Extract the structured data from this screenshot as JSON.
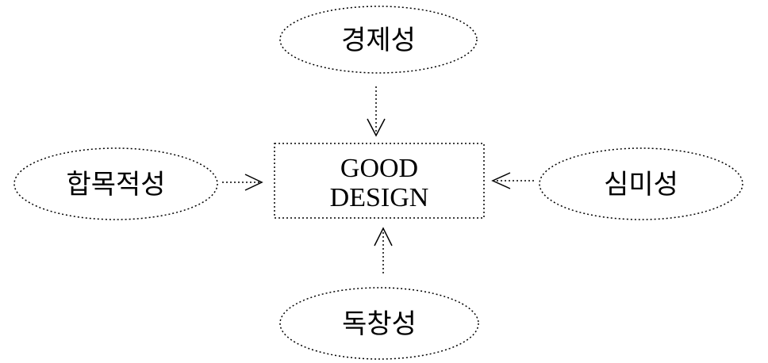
{
  "center": {
    "line1": "GOOD",
    "line2": "DESIGN"
  },
  "nodes": {
    "top": "경제성",
    "left": "합목적성",
    "right": "심미성",
    "bottom": "독창성"
  },
  "colors": {
    "stroke": "#000000",
    "background": "#ffffff"
  }
}
